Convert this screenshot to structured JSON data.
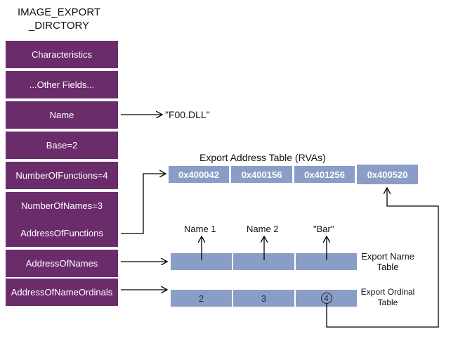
{
  "title": "IMAGE_EXPORT\n_DIRCTORY",
  "fields": [
    "Characteristics",
    "...Other Fields...",
    "Name",
    "Base=2",
    "NumberOfFunctions=4",
    "NumberOfNames=3",
    "AddressOfFunctions",
    "AddressOfNames",
    "AddressOfNameOrdinals"
  ],
  "dll_name": "\"F00.DLL\"",
  "export_address_table": {
    "label": "Export Address Table (RVAs)",
    "entries": [
      "0x400042",
      "0x400156",
      "0x401256",
      "0x400520"
    ]
  },
  "export_name_table": {
    "label": "Export Name\nTable",
    "names": [
      "Name 1",
      "Name 2",
      "\"Bar\""
    ]
  },
  "export_ordinal_table": {
    "label": "Export Ordinal\nTable",
    "ordinals": [
      "2",
      "3",
      "4"
    ]
  },
  "colors": {
    "struct_fill": "#6b2c6b",
    "table_fill": "#8a9dc6"
  }
}
